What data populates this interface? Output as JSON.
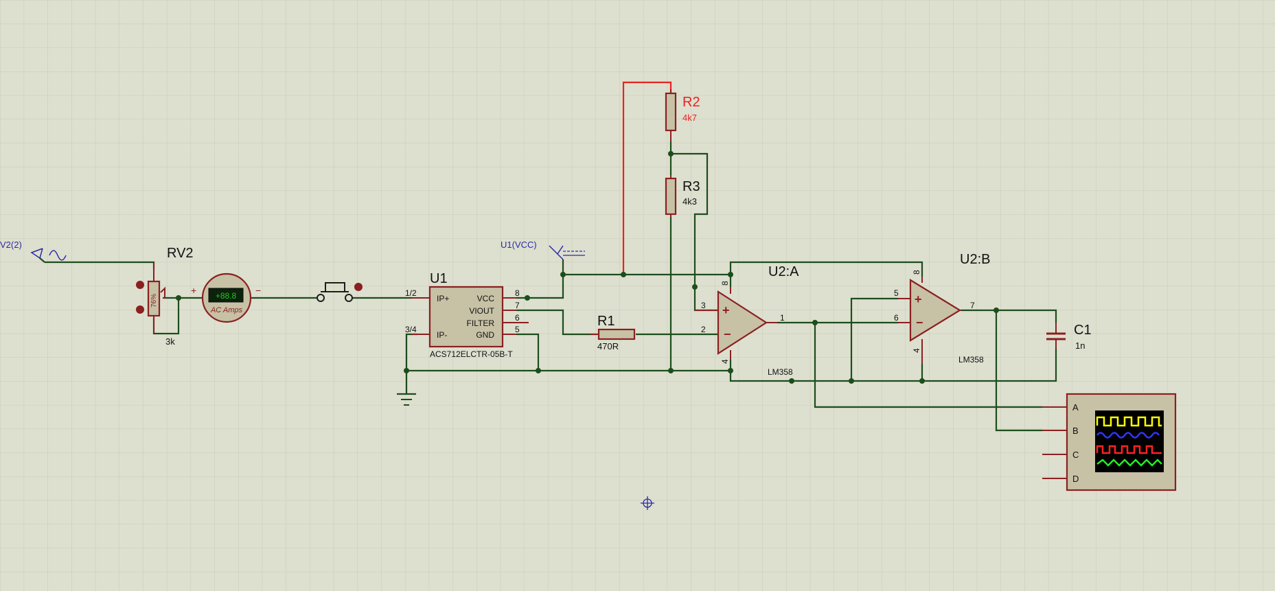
{
  "colors": {
    "background": "#dddfcf",
    "grid": "#c8cab9",
    "wire": "#1c4d1c",
    "selected_wire": "#e8231f",
    "component_outline": "#8a2020",
    "component_fill": "#c7c1a6",
    "probe": "#2a2aa8"
  },
  "source": {
    "label": "V2(2)",
    "icon": "ac-source-icon"
  },
  "rv2": {
    "ref": "RV2",
    "value": "3k",
    "percent": "76%"
  },
  "ammeter": {
    "display": "+88.8",
    "caption": "AC Amps",
    "plus": "+",
    "minus": "−"
  },
  "switch": {
    "icon": "push-button-icon"
  },
  "u1": {
    "ref": "U1",
    "part": "ACS712ELCTR-05B-T",
    "left_pins": [
      {
        "num": "1/2",
        "name": "IP+"
      },
      {
        "num": "3/4",
        "name": "IP-"
      }
    ],
    "right_pins": [
      {
        "num": "8",
        "name": "VCC"
      },
      {
        "num": "7",
        "name": "VIOUT"
      },
      {
        "num": "6",
        "name": "FILTER"
      },
      {
        "num": "5",
        "name": "GND"
      }
    ]
  },
  "vcc_probe": {
    "label": "U1(VCC)"
  },
  "r1": {
    "ref": "R1",
    "value": "470R"
  },
  "r2": {
    "ref": "R2",
    "value": "4k7"
  },
  "r3": {
    "ref": "R3",
    "value": "4k3"
  },
  "u2a": {
    "ref": "U2:A",
    "part": "LM358",
    "pins": {
      "plus": "3",
      "minus": "2",
      "out": "1",
      "vcc": "8",
      "gnd": "4"
    }
  },
  "u2b": {
    "ref": "U2:B",
    "part": "LM358",
    "pins": {
      "plus": "5",
      "minus": "6",
      "out": "7",
      "vcc": "8",
      "gnd": "4"
    }
  },
  "c1": {
    "ref": "C1",
    "value": "1n"
  },
  "oscilloscope": {
    "channels": [
      "A",
      "B",
      "C",
      "D"
    ],
    "trace_colors": [
      "#ffff00",
      "#3333ff",
      "#ff2222",
      "#22ee22"
    ]
  }
}
